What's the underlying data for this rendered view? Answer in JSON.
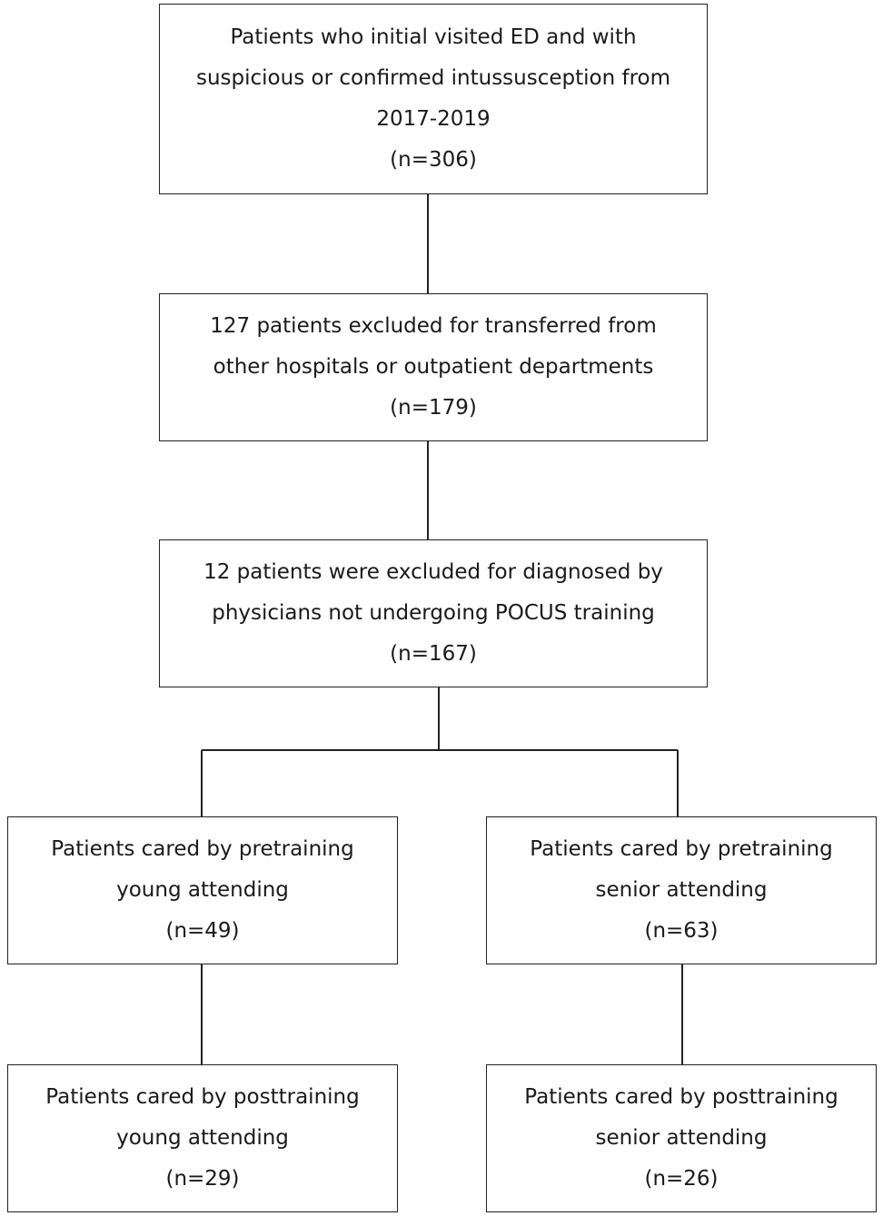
{
  "box1": {
    "lines": [
      "Patients who initial visited ED and with",
      "suspicious or confirmed intussusception from",
      "2017-2019",
      "(n=306)"
    ]
  },
  "box2": {
    "lines": [
      "127 patients excluded for transferred from",
      "other hospitals or outpatient departments",
      "(n=179)"
    ]
  },
  "box3": {
    "lines": [
      "12 patients were excluded for diagnosed by",
      "physicians not undergoing POCUS training",
      "(n=167)"
    ]
  },
  "box_pre_young": {
    "lines": [
      "Patients cared by pretraining",
      "young attending",
      "(n=49)"
    ]
  },
  "box_pre_senior": {
    "lines": [
      "Patients cared by pretraining",
      "senior attending",
      "(n=63)"
    ]
  },
  "box_post_young": {
    "lines": [
      "Patients cared by posttraining",
      "young attending",
      "(n=29)"
    ]
  },
  "box_post_senior": {
    "lines": [
      "Patients cared by posttraining",
      "senior attending",
      "(n=26)"
    ]
  }
}
